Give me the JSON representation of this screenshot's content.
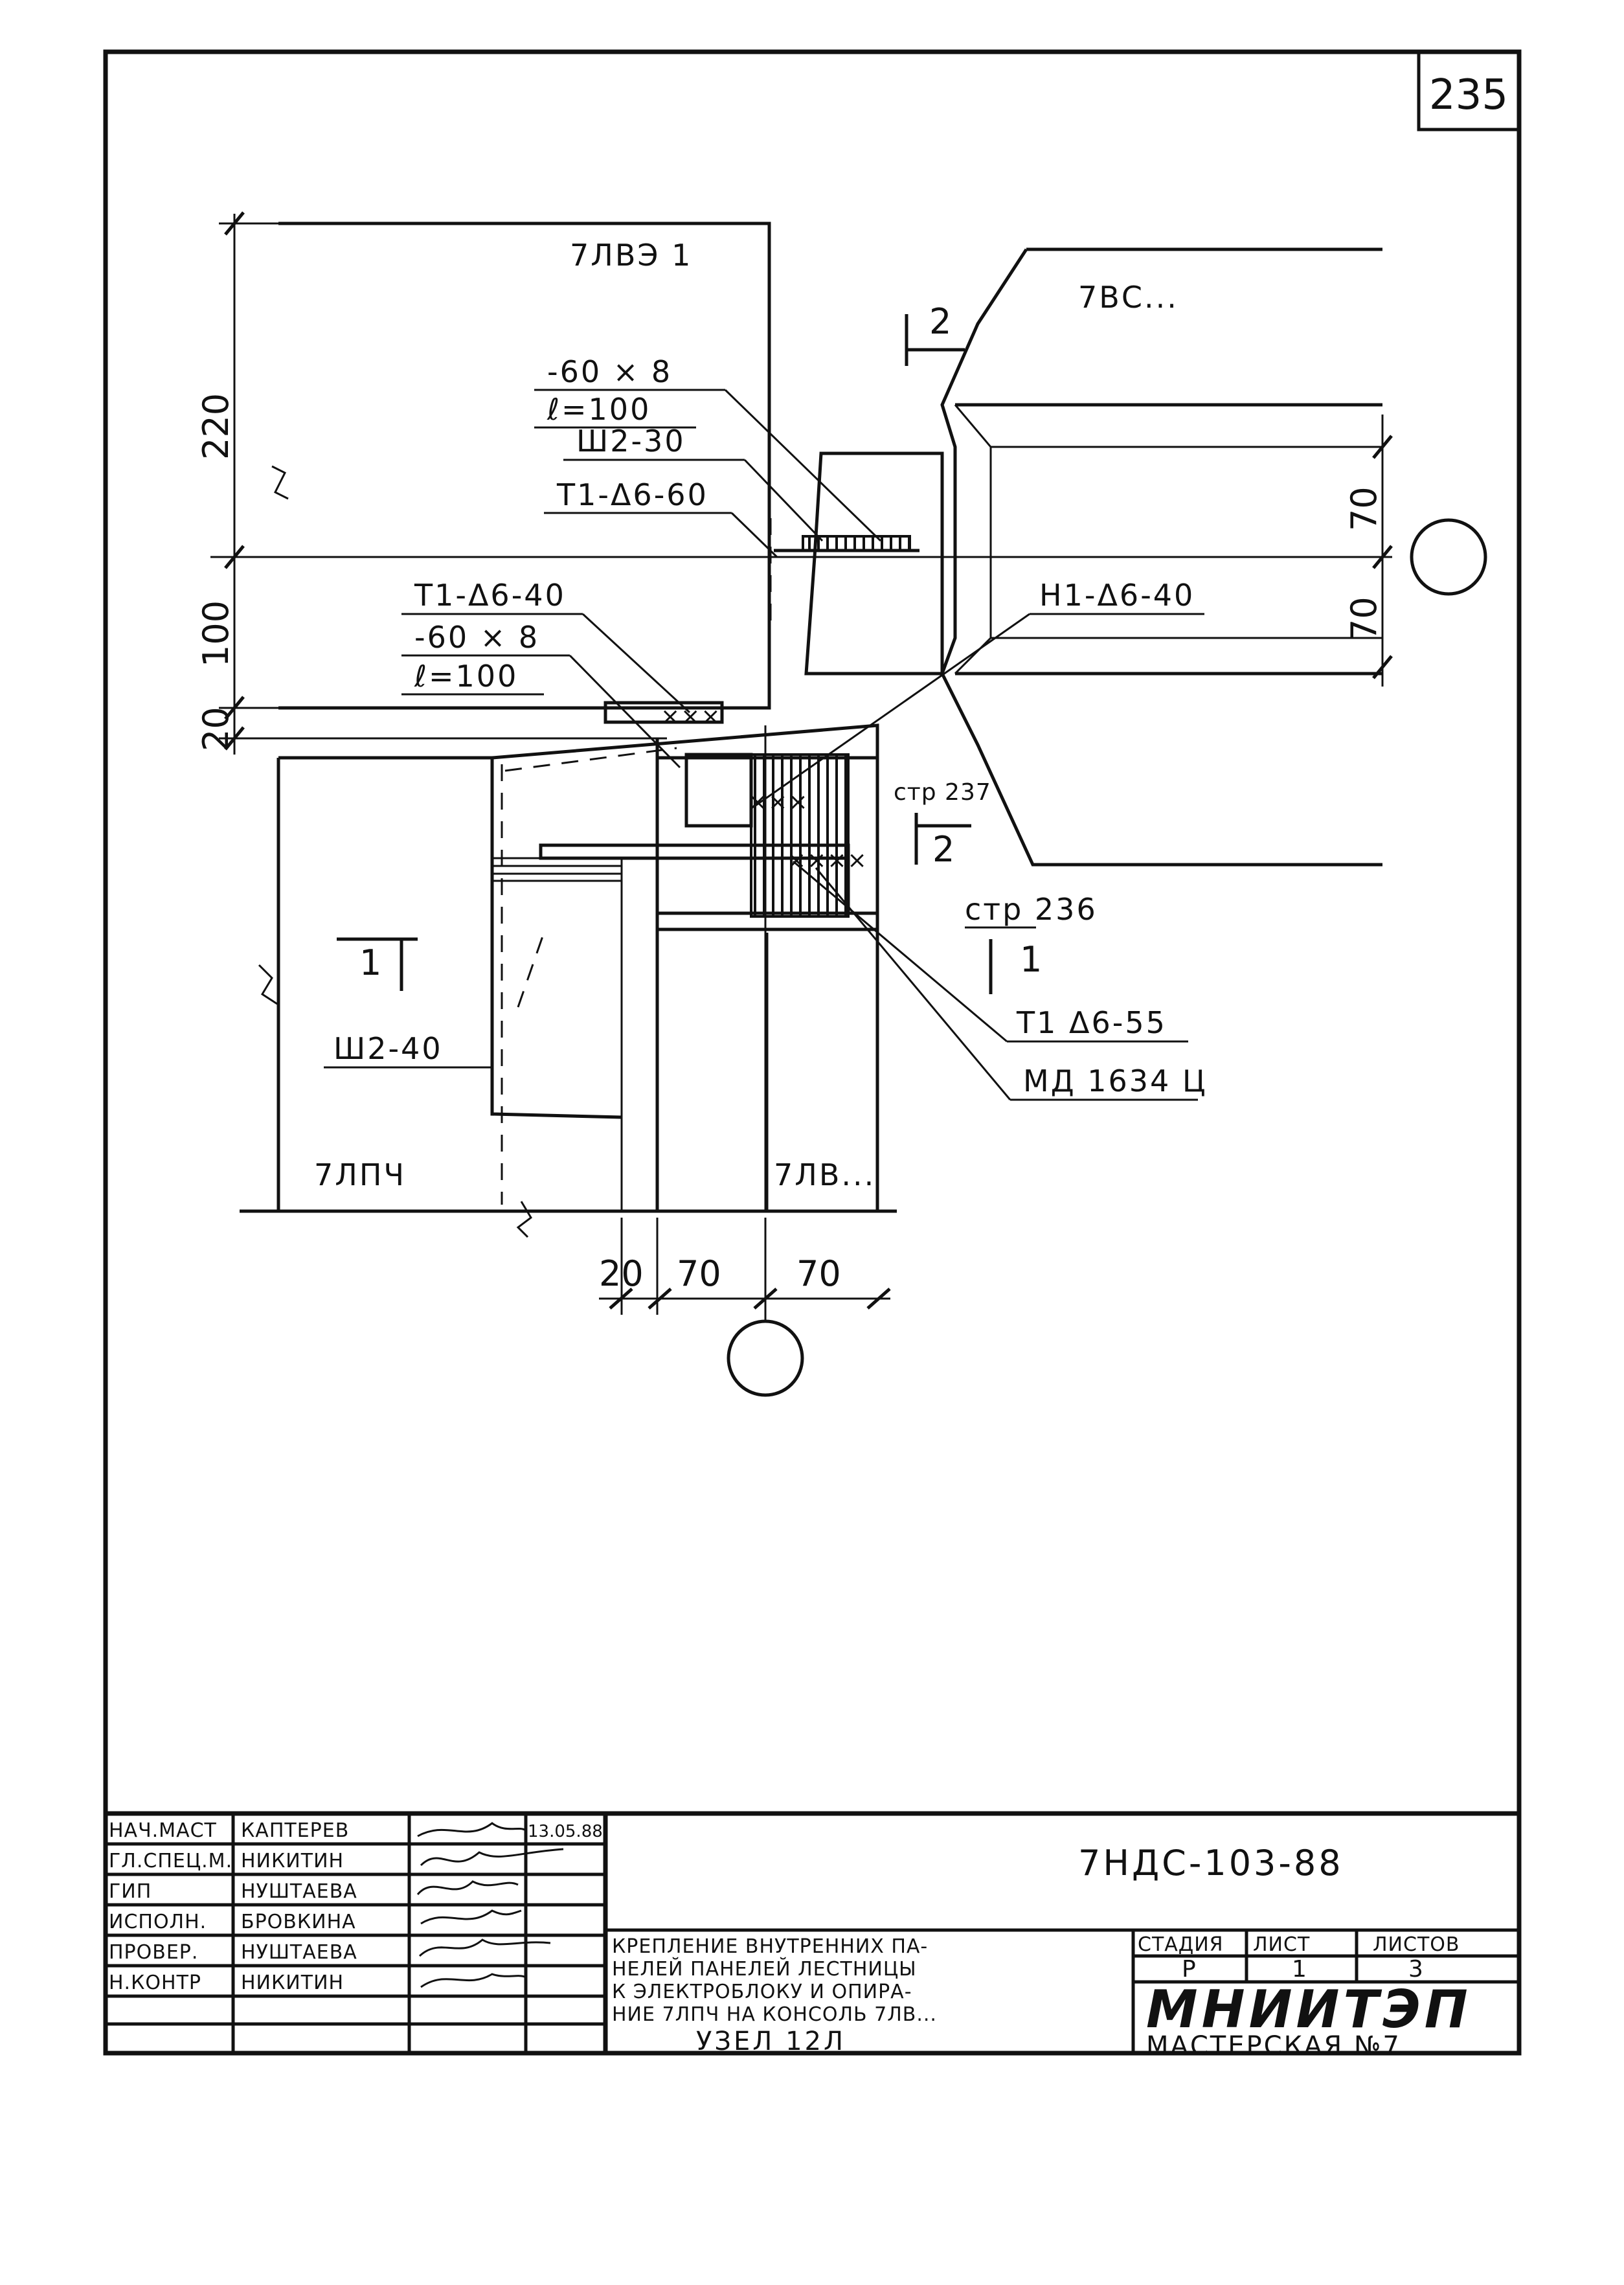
{
  "sheet_number": "235",
  "drawing": {
    "panel_top": "7ЛВЭ 1",
    "wall_right": "7ВС...",
    "panel_bottom_left": "7ЛПЧ",
    "console_bottom": "7ЛВ...",
    "section2_top": "2",
    "callout_plate_top_dim": "-60 × 8",
    "callout_plate_top_len": "ℓ=100",
    "callout_sh2_30": "Ш2-30",
    "callout_t1_60": "Т1-Δ6-60",
    "callout_t1_40": "Т1-Δ6-40",
    "callout_plate_mid_dim": "-60 × 8",
    "callout_plate_mid_len": "ℓ=100",
    "callout_n1_40": "Н1-Δ6-40",
    "callout_str237": "стр 237",
    "section2_bottom": "2",
    "callout_str236": "стр 236",
    "section1_right": "1",
    "section1_left": "1",
    "callout_t1_55": "Т1 Δ6-55",
    "callout_md": "МД 1634 Ц",
    "callout_sh2_40": "Ш2-40",
    "dim_220": "220",
    "dim_100": "100",
    "dim_20_left": "20",
    "dim_70_upper": "70",
    "dim_70_lower": "70",
    "dim_bottom_20": "20",
    "dim_bottom_70a": "70",
    "dim_bottom_70b": "70"
  },
  "title_block": {
    "roles": [
      "НАЧ.МАСТ",
      "ГЛ.СПЕЦ.М.",
      "ГИП",
      "ИСПОЛН.",
      "ПРОВЕР.",
      "Н.КОНТР"
    ],
    "names": [
      "КАПТЕРЕВ",
      "НИКИТИН",
      "НУШТАЕВА",
      "БРОВКИНА",
      "НУШТАЕВА",
      "НИКИТИН"
    ],
    "date": "13.05.88",
    "doc_code": "7НДС-103-88",
    "title_lines": [
      "КРЕПЛЕНИЕ ВНУТРЕННИХ ПА-",
      "НЕЛЕЙ ПАНЕЛЕЙ ЛЕСТНИЦЫ",
      "К ЭЛЕКТРОБЛОКУ И ОПИРА-",
      "НИЕ 7ЛПЧ НА КОНСОЛЬ 7ЛВ..."
    ],
    "node_label": "УЗЕЛ 12Л",
    "stage_header": "СТАДИЯ",
    "sheet_header": "ЛИСТ",
    "sheets_header": "ЛИСТОВ",
    "stage_value": "Р",
    "sheet_value": "1",
    "sheets_value": "3",
    "org": "МНИИТЭП",
    "workshop": "МАСТЕРСКАЯ №7"
  }
}
